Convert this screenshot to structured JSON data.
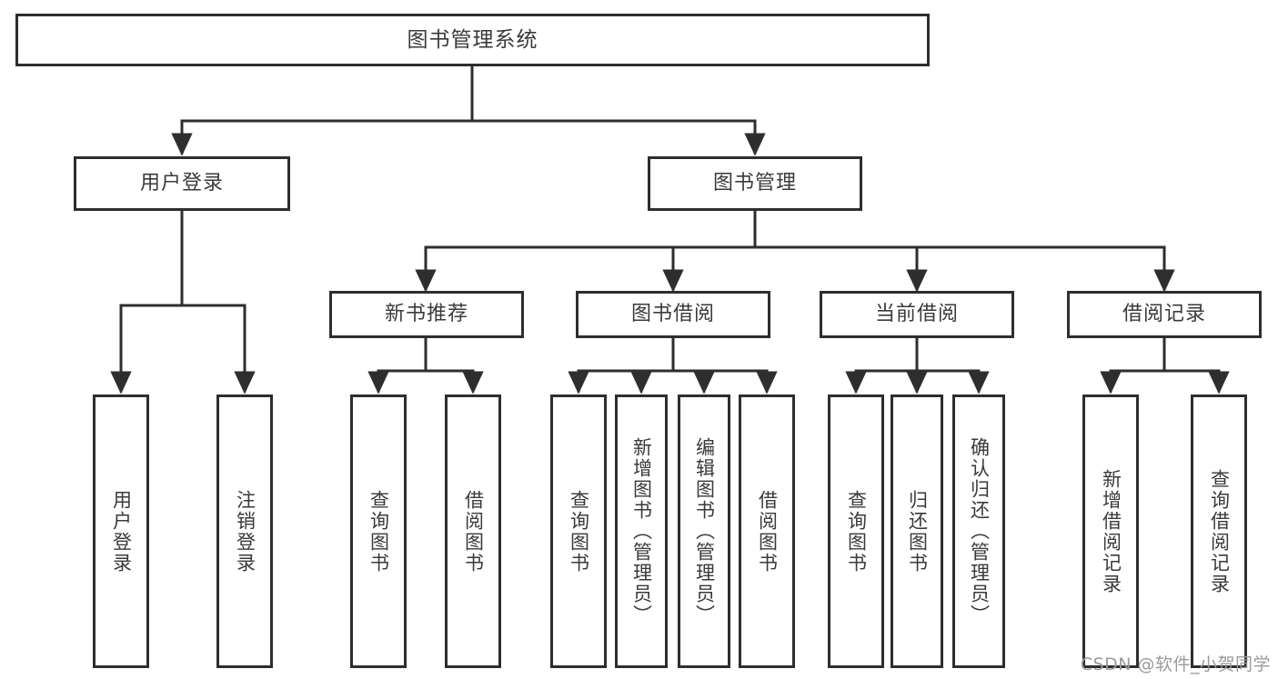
{
  "diagram": {
    "type": "tree-hierarchy-chart",
    "title": "图书管理系统",
    "colors": {
      "background": "#ffffff",
      "box_border": "#2e2e2e",
      "box_fill": "#ffffff",
      "text": "#3a3a3a",
      "connector": "#2e2e2e",
      "watermark": "#9a9a9a"
    },
    "root": {
      "label": "图书管理系统"
    },
    "level1": [
      {
        "label": "用户登录"
      },
      {
        "label": "图书管理"
      }
    ],
    "level2": [
      {
        "label": "新书推荐"
      },
      {
        "label": "图书借阅"
      },
      {
        "label": "当前借阅"
      },
      {
        "label": "借阅记录"
      }
    ],
    "leaves": {
      "user_login": [
        {
          "label": "用户登录"
        },
        {
          "label": "注销登录"
        }
      ],
      "new_book_recommend": [
        {
          "label": "查询图书"
        },
        {
          "label": "借阅图书"
        }
      ],
      "book_borrow": [
        {
          "label": "查询图书"
        },
        {
          "label": "新增图书（管理员）"
        },
        {
          "label": "编辑图书（管理员）"
        },
        {
          "label": "借阅图书"
        }
      ],
      "current_borrow": [
        {
          "label": "查询图书"
        },
        {
          "label": "归还图书"
        },
        {
          "label": "确认归还（管理员）"
        }
      ],
      "borrow_record": [
        {
          "label": "新增借阅记录"
        },
        {
          "label": "查询借阅记录"
        }
      ]
    },
    "watermark": "CSDN @软件_小贺同学"
  }
}
